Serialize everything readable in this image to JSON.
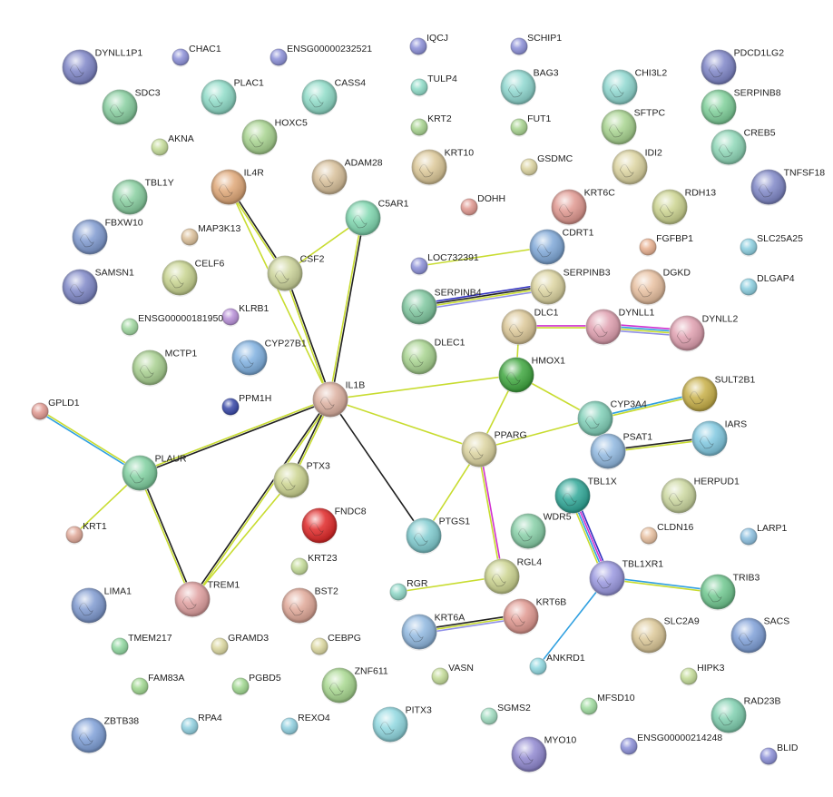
{
  "nodes": [
    {
      "id": "DYNLL1P1",
      "label": "DYNLL1P1",
      "color": "#7f86c8",
      "size": "big"
    },
    {
      "id": "CHAC1",
      "label": "CHAC1",
      "color": "#8c90d8",
      "size": "small"
    },
    {
      "id": "ENSG00000232521",
      "label": "ENSG00000232521",
      "color": "#8c90d8",
      "size": "small"
    },
    {
      "id": "IQCJ",
      "label": "IQCJ",
      "color": "#8c90d8",
      "size": "small"
    },
    {
      "id": "SCHIP1",
      "label": "SCHIP1",
      "color": "#8c90d8",
      "size": "small"
    },
    {
      "id": "PDCD1LG2",
      "label": "PDCD1LG2",
      "color": "#7f86c8",
      "size": "big"
    },
    {
      "id": "SDC3",
      "label": "SDC3",
      "color": "#88cfa0",
      "size": "big"
    },
    {
      "id": "PLAC1",
      "label": "PLAC1",
      "color": "#8fdcc8",
      "size": "big"
    },
    {
      "id": "CASS4",
      "label": "CASS4",
      "color": "#8fdcc8",
      "size": "big"
    },
    {
      "id": "TULP4",
      "label": "TULP4",
      "color": "#8fdcc8",
      "size": "small"
    },
    {
      "id": "BAG3",
      "label": "BAG3",
      "color": "#8fd8d0",
      "size": "big"
    },
    {
      "id": "CHI3L2",
      "label": "CHI3L2",
      "color": "#8fd8d0",
      "size": "big"
    },
    {
      "id": "SERPINB8",
      "label": "SERPINB8",
      "color": "#7fd09a",
      "size": "big"
    },
    {
      "id": "HOXC5",
      "label": "HOXC5",
      "color": "#a8d490",
      "size": "big"
    },
    {
      "id": "KRT2",
      "label": "KRT2",
      "color": "#a8d490",
      "size": "small"
    },
    {
      "id": "FUT1",
      "label": "FUT1",
      "color": "#a8d490",
      "size": "small"
    },
    {
      "id": "SFTPC",
      "label": "SFTPC",
      "color": "#a8d490",
      "size": "big"
    },
    {
      "id": "CREB5",
      "label": "CREB5",
      "color": "#8fd8b8",
      "size": "big"
    },
    {
      "id": "AKNA",
      "label": "AKNA",
      "color": "#c4dc98",
      "size": "small"
    },
    {
      "id": "KRT10",
      "label": "KRT10",
      "color": "#dcc898",
      "size": "big"
    },
    {
      "id": "GSDMC",
      "label": "GSDMC",
      "color": "#dcd4a0",
      "size": "small"
    },
    {
      "id": "IDI2",
      "label": "IDI2",
      "color": "#dcd4a0",
      "size": "big"
    },
    {
      "id": "TNFSF18",
      "label": "TNFSF18",
      "color": "#8088c8",
      "size": "big"
    },
    {
      "id": "IL4R",
      "label": "IL4R",
      "color": "#e0a878",
      "size": "big"
    },
    {
      "id": "ADAM28",
      "label": "ADAM28",
      "color": "#d8c09a",
      "size": "big"
    },
    {
      "id": "TBL1Y",
      "label": "TBL1Y",
      "color": "#88cfa0",
      "size": "big"
    },
    {
      "id": "C5AR1",
      "label": "C5AR1",
      "color": "#80d8b0",
      "size": "big"
    },
    {
      "id": "DOHH",
      "label": "DOHH",
      "color": "#e09890",
      "size": "small"
    },
    {
      "id": "KRT6C",
      "label": "KRT6C",
      "color": "#e09890",
      "size": "big"
    },
    {
      "id": "RDH13",
      "label": "RDH13",
      "color": "#ccd490",
      "size": "big"
    },
    {
      "id": "FBXW10",
      "label": "FBXW10",
      "color": "#7f9ad0",
      "size": "big"
    },
    {
      "id": "MAP3K13",
      "label": "MAP3K13",
      "color": "#dcc09a",
      "size": "small"
    },
    {
      "id": "CDRT1",
      "label": "CDRT1",
      "color": "#7fa8d8",
      "size": "big"
    },
    {
      "id": "FGFBP1",
      "label": "FGFBP1",
      "color": "#e8b090",
      "size": "small"
    },
    {
      "id": "SLC25A25",
      "label": "SLC25A25",
      "color": "#8ccfe0",
      "size": "small"
    },
    {
      "id": "CSF2",
      "label": "CSF2",
      "color": "#ccd49a",
      "size": "big"
    },
    {
      "id": "CELF6",
      "label": "CELF6",
      "color": "#c8d490",
      "size": "big"
    },
    {
      "id": "LOC732391",
      "label": "LOC732391",
      "color": "#8c90d8",
      "size": "small"
    },
    {
      "id": "SAMSN1",
      "label": "SAMSN1",
      "color": "#7f88c8",
      "size": "big"
    },
    {
      "id": "DGKD",
      "label": "DGKD",
      "color": "#e8c0a0",
      "size": "big"
    },
    {
      "id": "DLGAP4",
      "label": "DLGAP4",
      "color": "#8ccfe0",
      "size": "small"
    },
    {
      "id": "SERPINB4",
      "label": "SERPINB4",
      "color": "#80c8a0",
      "size": "big"
    },
    {
      "id": "SERPINB3",
      "label": "SERPINB3",
      "color": "#dcd4a0",
      "size": "big"
    },
    {
      "id": "KLRB1",
      "label": "KLRB1",
      "color": "#b890d8",
      "size": "small"
    },
    {
      "id": "ENSG00000181950",
      "label": "ENSG00000181950",
      "color": "#a0d8a0",
      "size": "small"
    },
    {
      "id": "DLC1",
      "label": "DLC1",
      "color": "#dcc898",
      "size": "big"
    },
    {
      "id": "DYNLL1",
      "label": "DYNLL1",
      "color": "#e0a0b0",
      "size": "big"
    },
    {
      "id": "DYNLL2",
      "label": "DYNLL2",
      "color": "#e0a0b0",
      "size": "big"
    },
    {
      "id": "CYP27B1",
      "label": "CYP27B1",
      "color": "#7fb0e0",
      "size": "big"
    },
    {
      "id": "MCTP1",
      "label": "MCTP1",
      "color": "#a8d090",
      "size": "big"
    },
    {
      "id": "DLEC1",
      "label": "DLEC1",
      "color": "#a8d490",
      "size": "big"
    },
    {
      "id": "HMOX1",
      "label": "HMOX1",
      "color": "#40a840",
      "size": "big"
    },
    {
      "id": "IL1B",
      "label": "IL1B",
      "color": "#dcb0a0",
      "size": "big"
    },
    {
      "id": "SULT2B1",
      "label": "SULT2B1",
      "color": "#c8b048",
      "size": "big"
    },
    {
      "id": "GPLD1",
      "label": "GPLD1",
      "color": "#e09890",
      "size": "small"
    },
    {
      "id": "PPM1H",
      "label": "PPM1H",
      "color": "#3848a8",
      "size": "small"
    },
    {
      "id": "CYP3A4",
      "label": "CYP3A4",
      "color": "#80d0b8",
      "size": "big"
    },
    {
      "id": "IARS",
      "label": "IARS",
      "color": "#80c8e0",
      "size": "big"
    },
    {
      "id": "PPARG",
      "label": "PPARG",
      "color": "#dcd4a0",
      "size": "big"
    },
    {
      "id": "PSAT1",
      "label": "PSAT1",
      "color": "#90b8e0",
      "size": "big"
    },
    {
      "id": "PLAUR",
      "label": "PLAUR",
      "color": "#80d0a0",
      "size": "big"
    },
    {
      "id": "PTX3",
      "label": "PTX3",
      "color": "#ccd490",
      "size": "big"
    },
    {
      "id": "TBL1X",
      "label": "TBL1X",
      "color": "#30a898",
      "size": "big"
    },
    {
      "id": "HERPUD1",
      "label": "HERPUD1",
      "color": "#ccd8a0",
      "size": "big"
    },
    {
      "id": "FNDC8",
      "label": "FNDC8",
      "color": "#e02828",
      "size": "big"
    },
    {
      "id": "WDR5",
      "label": "WDR5",
      "color": "#88d0a8",
      "size": "big"
    },
    {
      "id": "PTGS1",
      "label": "PTGS1",
      "color": "#80ccd0",
      "size": "big"
    },
    {
      "id": "CLDN16",
      "label": "CLDN16",
      "color": "#e8c0a0",
      "size": "small"
    },
    {
      "id": "KRT1",
      "label": "KRT1",
      "color": "#e0a898",
      "size": "small"
    },
    {
      "id": "LARP1",
      "label": "LARP1",
      "color": "#8cc0e0",
      "size": "small"
    },
    {
      "id": "KRT23",
      "label": "KRT23",
      "color": "#c4dc98",
      "size": "small"
    },
    {
      "id": "RGL4",
      "label": "RGL4",
      "color": "#ccd490",
      "size": "big"
    },
    {
      "id": "TBL1XR1",
      "label": "TBL1XR1",
      "color": "#9a98e0",
      "size": "big"
    },
    {
      "id": "TRIB3",
      "label": "TRIB3",
      "color": "#70c890",
      "size": "big"
    },
    {
      "id": "LIMA1",
      "label": "LIMA1",
      "color": "#7f9ad0",
      "size": "big"
    },
    {
      "id": "TREM1",
      "label": "TREM1",
      "color": "#e0a0a0",
      "size": "big"
    },
    {
      "id": "BST2",
      "label": "BST2",
      "color": "#e0a898",
      "size": "big"
    },
    {
      "id": "RGR",
      "label": "RGR",
      "color": "#90d8c8",
      "size": "small"
    },
    {
      "id": "KRT6B",
      "label": "KRT6B",
      "color": "#e09890",
      "size": "big"
    },
    {
      "id": "KRT6A",
      "label": "KRT6A",
      "color": "#90b8e0",
      "size": "big"
    },
    {
      "id": "SLC2A9",
      "label": "SLC2A9",
      "color": "#dcc898",
      "size": "big"
    },
    {
      "id": "SACS",
      "label": "SACS",
      "color": "#7fa0d8",
      "size": "big"
    },
    {
      "id": "TMEM217",
      "label": "TMEM217",
      "color": "#90d8a0",
      "size": "small"
    },
    {
      "id": "GRAMD3",
      "label": "GRAMD3",
      "color": "#dcd8a0",
      "size": "small"
    },
    {
      "id": "CEBPG",
      "label": "CEBPG",
      "color": "#dcd8a0",
      "size": "small"
    },
    {
      "id": "ANKRD1",
      "label": "ANKRD1",
      "color": "#90d8e0",
      "size": "small"
    },
    {
      "id": "FAM83A",
      "label": "FAM83A",
      "color": "#a0d890",
      "size": "small"
    },
    {
      "id": "PGBD5",
      "label": "PGBD5",
      "color": "#a0d890",
      "size": "small"
    },
    {
      "id": "ZNF611",
      "label": "ZNF611",
      "color": "#a8d890",
      "size": "big"
    },
    {
      "id": "VASN",
      "label": "VASN",
      "color": "#c4dc98",
      "size": "small"
    },
    {
      "id": "HIPK3",
      "label": "HIPK3",
      "color": "#c4dc98",
      "size": "small"
    },
    {
      "id": "RAD23B",
      "label": "RAD23B",
      "color": "#80d0b0",
      "size": "big"
    },
    {
      "id": "ZBTB38",
      "label": "ZBTB38",
      "color": "#7fa0d8",
      "size": "big"
    },
    {
      "id": "RPA4",
      "label": "RPA4",
      "color": "#90d0e0",
      "size": "small"
    },
    {
      "id": "REXO4",
      "label": "REXO4",
      "color": "#90d0e0",
      "size": "small"
    },
    {
      "id": "PITX3",
      "label": "PITX3",
      "color": "#90d8e0",
      "size": "big"
    },
    {
      "id": "SGMS2",
      "label": "SGMS2",
      "color": "#a0dcc0",
      "size": "small"
    },
    {
      "id": "MFSD10",
      "label": "MFSD10",
      "color": "#a0dca0",
      "size": "small"
    },
    {
      "id": "ENSG00000214248",
      "label": "ENSG00000214248",
      "color": "#8c90d8",
      "size": "small"
    },
    {
      "id": "MYO10",
      "label": "MYO10",
      "color": "#9088d0",
      "size": "big"
    },
    {
      "id": "BLID",
      "label": "BLID",
      "color": "#8c90d8",
      "size": "small"
    }
  ],
  "edges": [
    {
      "source": "IL1B",
      "target": "CSF2",
      "colors": [
        "#c8dc30",
        "#202020"
      ]
    },
    {
      "source": "IL1B",
      "target": "C5AR1",
      "colors": [
        "#c8dc30",
        "#202020"
      ]
    },
    {
      "source": "IL1B",
      "target": "IL4R",
      "colors": [
        "#c8dc30"
      ]
    },
    {
      "source": "CSF2",
      "target": "IL4R",
      "colors": [
        "#c8dc30",
        "#202020"
      ]
    },
    {
      "source": "CSF2",
      "target": "C5AR1",
      "colors": [
        "#c8dc30"
      ]
    },
    {
      "source": "IL1B",
      "target": "PLAUR",
      "colors": [
        "#202020",
        "#c8dc30"
      ]
    },
    {
      "source": "IL1B",
      "target": "TREM1",
      "colors": [
        "#c8dc30",
        "#202020"
      ]
    },
    {
      "source": "IL1B",
      "target": "PTX3",
      "colors": [
        "#c8dc30",
        "#202020"
      ]
    },
    {
      "source": "IL1B",
      "target": "PTGS1",
      "colors": [
        "#202020"
      ]
    },
    {
      "source": "IL1B",
      "target": "PPARG",
      "colors": [
        "#c8dc30"
      ]
    },
    {
      "source": "IL1B",
      "target": "HMOX1",
      "colors": [
        "#c8dc30"
      ]
    },
    {
      "source": "PTX3",
      "target": "TREM1",
      "colors": [
        "#c8dc30"
      ]
    },
    {
      "source": "PLAUR",
      "target": "TREM1",
      "colors": [
        "#202020",
        "#c8dc30"
      ]
    },
    {
      "source": "PLAUR",
      "target": "GPLD1",
      "colors": [
        "#30a0e0",
        "#c8dc30"
      ]
    },
    {
      "source": "PLAUR",
      "target": "KRT1",
      "colors": [
        "#c8dc30"
      ]
    },
    {
      "source": "HMOX1",
      "target": "PPARG",
      "colors": [
        "#c8dc30"
      ]
    },
    {
      "source": "HMOX1",
      "target": "CYP3A4",
      "colors": [
        "#c8dc30"
      ]
    },
    {
      "source": "HMOX1",
      "target": "DLC1",
      "colors": [
        "#c8dc30"
      ]
    },
    {
      "source": "PPARG",
      "target": "CYP3A4",
      "colors": [
        "#c8dc30"
      ]
    },
    {
      "source": "PPARG",
      "target": "PTGS1",
      "colors": [
        "#c8dc30"
      ]
    },
    {
      "source": "PPARG",
      "target": "RGL4",
      "colors": [
        "#d030d0",
        "#c8dc30"
      ]
    },
    {
      "source": "CYP3A4",
      "target": "SULT2B1",
      "colors": [
        "#30a0e0",
        "#c8dc30"
      ]
    },
    {
      "source": "PSAT1",
      "target": "IARS",
      "colors": [
        "#202020",
        "#c8dc30"
      ]
    },
    {
      "source": "DLC1",
      "target": "DYNLL1",
      "colors": [
        "#d030d0",
        "#c8dc30"
      ]
    },
    {
      "source": "DYNLL1",
      "target": "DYNLL2",
      "colors": [
        "#d030d0",
        "#30a0e0",
        "#c8dc30",
        "#9090e8"
      ]
    },
    {
      "source": "SERPINB4",
      "target": "SERPINB3",
      "colors": [
        "#3030c0",
        "#202020",
        "#c8dc30",
        "#9090e8"
      ]
    },
    {
      "source": "LOC732391",
      "target": "CDRT1",
      "colors": [
        "#c8dc30"
      ]
    },
    {
      "source": "TBL1X",
      "target": "TBL1XR1",
      "colors": [
        "#3030c0",
        "#d030d0",
        "#30a0e0",
        "#c8dc30"
      ]
    },
    {
      "source": "TBL1XR1",
      "target": "TRIB3",
      "colors": [
        "#30a0e0",
        "#c8dc30"
      ]
    },
    {
      "source": "TBL1XR1",
      "target": "ANKRD1",
      "colors": [
        "#30a0e0"
      ]
    },
    {
      "source": "RGR",
      "target": "RGL4",
      "colors": [
        "#c8dc30"
      ]
    },
    {
      "source": "KRT6A",
      "target": "KRT6B",
      "colors": [
        "#202020",
        "#c8dc30",
        "#9090e8"
      ]
    }
  ]
}
